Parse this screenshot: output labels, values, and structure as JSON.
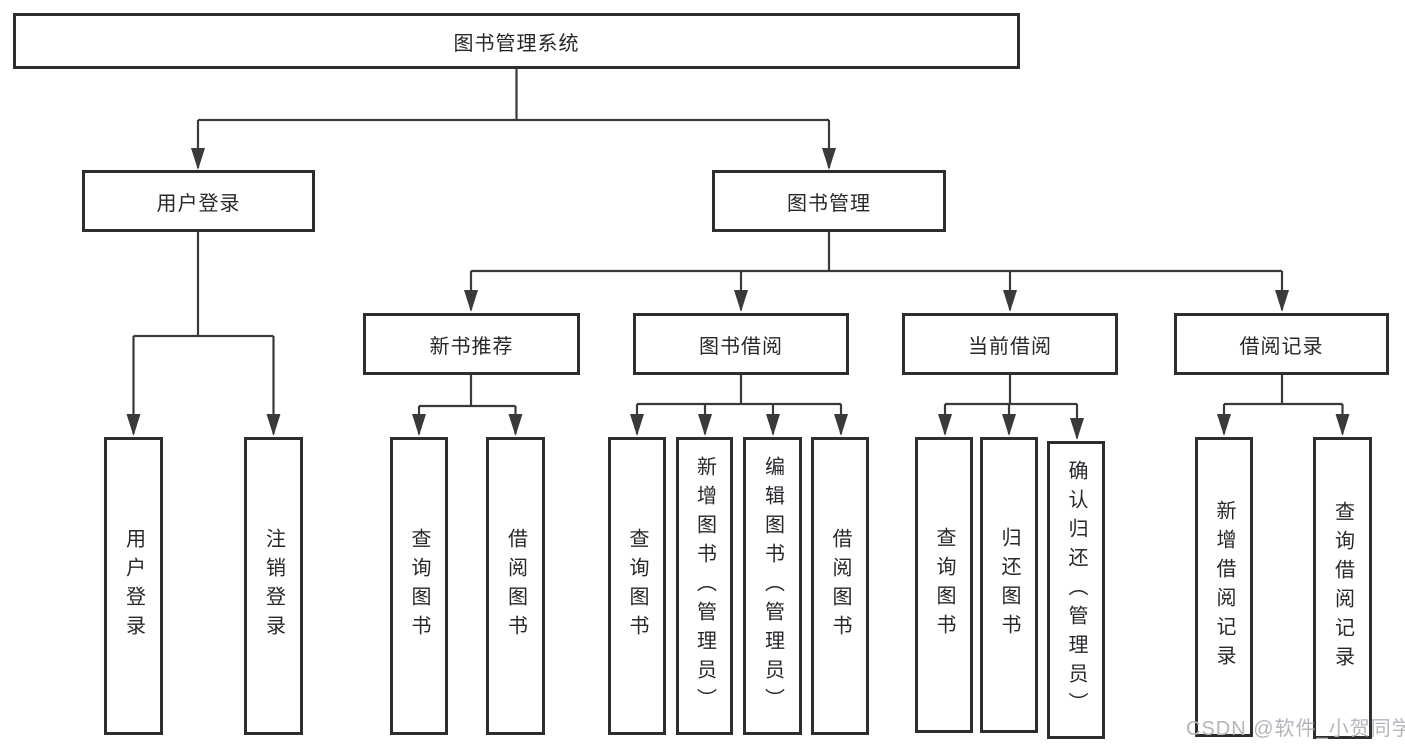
{
  "diagram": {
    "root": {
      "label": "图书管理系统"
    },
    "branches": [
      {
        "label": "用户登录",
        "children": [
          {
            "label": "用户登录"
          },
          {
            "label": "注销登录"
          }
        ]
      },
      {
        "label": "图书管理",
        "children": [
          {
            "label": "新书推荐",
            "children": [
              {
                "label": "查询图书"
              },
              {
                "label": "借阅图书"
              }
            ]
          },
          {
            "label": "图书借阅",
            "children": [
              {
                "label": "查询图书"
              },
              {
                "label": "新增图书（管理员）"
              },
              {
                "label": "编辑图书（管理员）"
              },
              {
                "label": "借阅图书"
              }
            ]
          },
          {
            "label": "当前借阅",
            "children": [
              {
                "label": "查询图书"
              },
              {
                "label": "归还图书"
              },
              {
                "label": "确认归还（管理员）"
              }
            ]
          },
          {
            "label": "借阅记录",
            "children": [
              {
                "label": "新增借阅记录"
              },
              {
                "label": "查询借阅记录"
              }
            ]
          }
        ]
      }
    ]
  },
  "watermark": {
    "text": "CSDN @软件_小贺同学"
  },
  "colors": {
    "background": "#ffffff",
    "line": "#3a3a3a",
    "box_border": "#2e2e2e",
    "box_fill": "#ffffff",
    "text": "#26282c",
    "watermark": "#b4b6bc"
  }
}
